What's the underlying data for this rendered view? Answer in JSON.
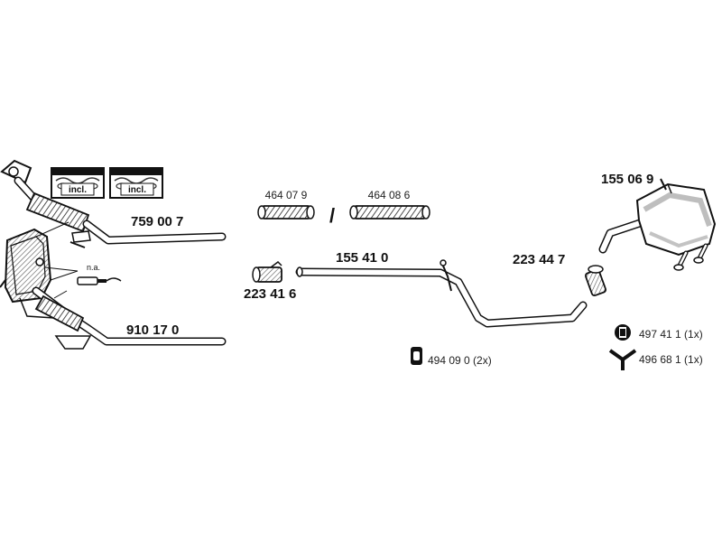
{
  "parts": {
    "front_pipe_upper": "759 00 7",
    "front_pipe_lower": "910 17 0",
    "flex_pipe_a": "464 07 9",
    "flex_pipe_separator": "/",
    "flex_pipe_b": "464 08 6",
    "clamp_front": "223 41 6",
    "middle_pipe": "155 41 0",
    "clamp_rear": "223 44 7",
    "rear_silencer": "155 06 9",
    "mounting_middle": "494 09 0 (2x)",
    "mounting_rear_rubber": "497 41 1 (1x)",
    "mounting_rear_bracket": "496 68 1 (1x)"
  },
  "notes": {
    "incl_1": "incl.",
    "incl_2": "incl.",
    "not_available": "n.a."
  },
  "colors": {
    "line": "#111111",
    "shade": "#888888",
    "background": "#ffffff"
  },
  "icons": [
    "gasket-kit-icon",
    "gasket-kit-icon",
    "lambda-sensor-icon",
    "rubber-mount-icon",
    "rubber-ring-icon",
    "y-bracket-icon"
  ]
}
